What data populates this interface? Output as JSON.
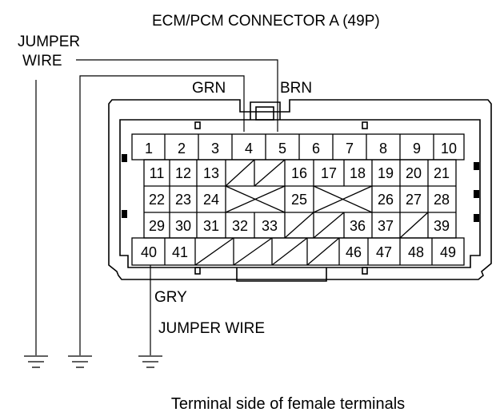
{
  "title": "ECM/PCM CONNECTOR A (49P)",
  "caption": "Terminal side of female terminals",
  "labels": {
    "jumper_wire_top_1": "JUMPER",
    "jumper_wire_top_2": "WIRE",
    "grn": "GRN",
    "brn": "BRN",
    "gry": "GRY",
    "jumper_wire_bottom": "JUMPER WIRE"
  },
  "terminals": {
    "row1": [
      "1",
      "2",
      "3",
      "4",
      "5",
      "6",
      "7",
      "8",
      "9",
      "10"
    ],
    "row2": [
      "11",
      "12",
      "13",
      "16",
      "17",
      "18",
      "19",
      "20",
      "21"
    ],
    "row3": [
      "22",
      "23",
      "24",
      "25",
      "26",
      "27",
      "28"
    ],
    "row4": [
      "29",
      "30",
      "31",
      "32",
      "33",
      "36",
      "37",
      "39"
    ],
    "row5": [
      "40",
      "41",
      "46",
      "47",
      "48",
      "49"
    ]
  }
}
